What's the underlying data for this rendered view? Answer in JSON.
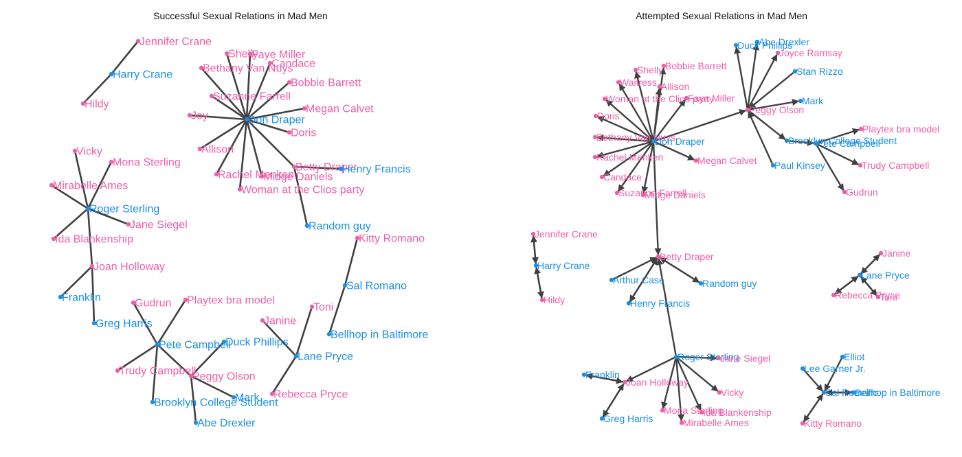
{
  "colors": {
    "male": "#1b8fe6",
    "female": "#ee5fa8",
    "edge": "#404040",
    "background": "#ffffff"
  },
  "left": {
    "title": "Successful Sexual Relations in Mad Men",
    "nodes": [
      {
        "id": "jennifer_crane",
        "label": "Jennifer Crane",
        "gender": "female"
      },
      {
        "id": "harry_crane",
        "label": "Harry Crane",
        "gender": "male"
      },
      {
        "id": "hildy",
        "label": "Hildy",
        "gender": "female"
      },
      {
        "id": "shelly",
        "label": "Shelly",
        "gender": "female"
      },
      {
        "id": "faye_miller",
        "label": "Faye Miller",
        "gender": "female"
      },
      {
        "id": "candace",
        "label": "Candace",
        "gender": "female"
      },
      {
        "id": "bethany",
        "label": "Bethany Van Nuys",
        "gender": "female"
      },
      {
        "id": "bobbie",
        "label": "Bobbie Barrett",
        "gender": "female"
      },
      {
        "id": "suzanne",
        "label": "Suzanne Farrell",
        "gender": "female"
      },
      {
        "id": "megan",
        "label": "Megan Calvet",
        "gender": "female"
      },
      {
        "id": "joy",
        "label": "Joy",
        "gender": "female"
      },
      {
        "id": "don",
        "label": "Don Draper",
        "gender": "male"
      },
      {
        "id": "doris",
        "label": "Doris",
        "gender": "female"
      },
      {
        "id": "allison",
        "label": "Allison",
        "gender": "female"
      },
      {
        "id": "betty",
        "label": "Betty Draper",
        "gender": "female"
      },
      {
        "id": "henry",
        "label": "Henry Francis",
        "gender": "male"
      },
      {
        "id": "rachel",
        "label": "Rachel Menken",
        "gender": "female"
      },
      {
        "id": "midge",
        "label": "Midge Daniels",
        "gender": "female"
      },
      {
        "id": "woman_clios",
        "label": "Woman at the Clios party",
        "gender": "female"
      },
      {
        "id": "random_guy",
        "label": "Random guy",
        "gender": "male"
      },
      {
        "id": "vicky",
        "label": "Vicky",
        "gender": "female"
      },
      {
        "id": "mona",
        "label": "Mona Sterling",
        "gender": "female"
      },
      {
        "id": "mirabelle",
        "label": "Mirabelle Ames",
        "gender": "female"
      },
      {
        "id": "roger",
        "label": "Roger Sterling",
        "gender": "male"
      },
      {
        "id": "jane",
        "label": "Jane Siegel",
        "gender": "female"
      },
      {
        "id": "ida",
        "label": "Ida Blankenship",
        "gender": "female"
      },
      {
        "id": "joan",
        "label": "Joan Holloway",
        "gender": "female"
      },
      {
        "id": "franklin",
        "label": "Franklin",
        "gender": "male"
      },
      {
        "id": "greg",
        "label": "Greg Harris",
        "gender": "male"
      },
      {
        "id": "kitty",
        "label": "Kitty Romano",
        "gender": "female"
      },
      {
        "id": "sal",
        "label": "Sal Romano",
        "gender": "male"
      },
      {
        "id": "toni",
        "label": "Toni",
        "gender": "female"
      },
      {
        "id": "janine",
        "label": "Janine",
        "gender": "female"
      },
      {
        "id": "bellhop",
        "label": "Bellhop in Baltimore",
        "gender": "male"
      },
      {
        "id": "lane",
        "label": "Lane Pryce",
        "gender": "male"
      },
      {
        "id": "rebecca",
        "label": "Rebecca Pryce",
        "gender": "female"
      },
      {
        "id": "gudrun",
        "label": "Gudrun",
        "gender": "female"
      },
      {
        "id": "playtex",
        "label": "Playtex bra model",
        "gender": "female"
      },
      {
        "id": "pete",
        "label": "Pete Campbell",
        "gender": "male"
      },
      {
        "id": "duck",
        "label": "Duck Phillips",
        "gender": "male"
      },
      {
        "id": "trudy",
        "label": "Trudy Campbell",
        "gender": "female"
      },
      {
        "id": "peggy",
        "label": "Peggy Olson",
        "gender": "female"
      },
      {
        "id": "brooklyn",
        "label": "Brooklyn College Student",
        "gender": "male"
      },
      {
        "id": "mark",
        "label": "Mark",
        "gender": "male"
      },
      {
        "id": "abe",
        "label": "Abe Drexler",
        "gender": "male"
      }
    ],
    "edges": [
      [
        "jennifer_crane",
        "harry_crane"
      ],
      [
        "harry_crane",
        "hildy"
      ],
      [
        "don",
        "shelly"
      ],
      [
        "don",
        "faye_miller"
      ],
      [
        "don",
        "candace"
      ],
      [
        "don",
        "bethany"
      ],
      [
        "don",
        "bobbie"
      ],
      [
        "don",
        "suzanne"
      ],
      [
        "don",
        "megan"
      ],
      [
        "don",
        "joy"
      ],
      [
        "don",
        "doris"
      ],
      [
        "don",
        "allison"
      ],
      [
        "don",
        "betty"
      ],
      [
        "don",
        "rachel"
      ],
      [
        "don",
        "midge"
      ],
      [
        "don",
        "woman_clios"
      ],
      [
        "betty",
        "henry"
      ],
      [
        "betty",
        "random_guy"
      ],
      [
        "roger",
        "vicky"
      ],
      [
        "roger",
        "mona"
      ],
      [
        "roger",
        "mirabelle"
      ],
      [
        "roger",
        "jane"
      ],
      [
        "roger",
        "ida"
      ],
      [
        "roger",
        "joan"
      ],
      [
        "joan",
        "franklin"
      ],
      [
        "joan",
        "greg"
      ],
      [
        "kitty",
        "sal"
      ],
      [
        "sal",
        "bellhop"
      ],
      [
        "lane",
        "toni"
      ],
      [
        "lane",
        "janine"
      ],
      [
        "lane",
        "rebecca"
      ],
      [
        "pete",
        "gudrun"
      ],
      [
        "pete",
        "playtex"
      ],
      [
        "pete",
        "trudy"
      ],
      [
        "pete",
        "peggy"
      ],
      [
        "pete",
        "brooklyn"
      ],
      [
        "peggy",
        "duck"
      ],
      [
        "peggy",
        "mark"
      ],
      [
        "peggy",
        "abe"
      ]
    ]
  },
  "right": {
    "title": "Attempted Sexual Relations in Mad Men",
    "nodes": [
      {
        "id": "duck",
        "label": "Duck Phillips",
        "gender": "male"
      },
      {
        "id": "abe",
        "label": "Abe Drexler",
        "gender": "male"
      },
      {
        "id": "joyce",
        "label": "Joyce Ramsay",
        "gender": "female"
      },
      {
        "id": "stan",
        "label": "Stan Rizzo",
        "gender": "male"
      },
      {
        "id": "shelly",
        "label": "Shelly",
        "gender": "female"
      },
      {
        "id": "bobbie",
        "label": "Bobbie Barrett",
        "gender": "female"
      },
      {
        "id": "waitress",
        "label": "Waitress",
        "gender": "female"
      },
      {
        "id": "allison",
        "label": "Allison",
        "gender": "female"
      },
      {
        "id": "woman_clios",
        "label": "Woman at the Clios party",
        "gender": "female"
      },
      {
        "id": "faye_miller",
        "label": "Faye Miller",
        "gender": "female"
      },
      {
        "id": "mark",
        "label": "Mark",
        "gender": "male"
      },
      {
        "id": "peggy",
        "label": "Peggy Olson",
        "gender": "female"
      },
      {
        "id": "doris",
        "label": "Doris",
        "gender": "female"
      },
      {
        "id": "playtex",
        "label": "Playtex bra model",
        "gender": "female"
      },
      {
        "id": "bethany",
        "label": "Bethany Van Nuys",
        "gender": "female"
      },
      {
        "id": "don",
        "label": "Don Draper",
        "gender": "male"
      },
      {
        "id": "brooklyn",
        "label": "Brooklyn College Student",
        "gender": "male"
      },
      {
        "id": "pete",
        "label": "Pete Campbell",
        "gender": "male"
      },
      {
        "id": "rachel",
        "label": "Rachel Menken",
        "gender": "female"
      },
      {
        "id": "megan",
        "label": "Megan Calvet",
        "gender": "female"
      },
      {
        "id": "trudy",
        "label": "Trudy Campbell",
        "gender": "female"
      },
      {
        "id": "paul",
        "label": "Paul Kinsey",
        "gender": "male"
      },
      {
        "id": "candace",
        "label": "Candace",
        "gender": "female"
      },
      {
        "id": "suzanne",
        "label": "Suzanne Farrell",
        "gender": "female"
      },
      {
        "id": "midge",
        "label": "Midge Daniels",
        "gender": "female"
      },
      {
        "id": "gudrun",
        "label": "Gudrun",
        "gender": "female"
      },
      {
        "id": "jennifer_crane",
        "label": "Jennifer Crane",
        "gender": "female"
      },
      {
        "id": "harry_crane",
        "label": "Harry Crane",
        "gender": "male"
      },
      {
        "id": "hildy",
        "label": "Hildy",
        "gender": "female"
      },
      {
        "id": "betty",
        "label": "Betty Draper",
        "gender": "female"
      },
      {
        "id": "arthur",
        "label": "Arthur Case",
        "gender": "male"
      },
      {
        "id": "random_guy",
        "label": "Random guy",
        "gender": "male"
      },
      {
        "id": "henry",
        "label": "Henry Francis",
        "gender": "male"
      },
      {
        "id": "janine",
        "label": "Janine",
        "gender": "female"
      },
      {
        "id": "lane",
        "label": "Lane Pryce",
        "gender": "male"
      },
      {
        "id": "rebecca",
        "label": "Rebecca Pryce",
        "gender": "female"
      },
      {
        "id": "toni",
        "label": "Toni",
        "gender": "female"
      },
      {
        "id": "roger",
        "label": "Roger Sterling",
        "gender": "male"
      },
      {
        "id": "jane",
        "label": "Jane Siegel",
        "gender": "female"
      },
      {
        "id": "franklin",
        "label": "Franklin",
        "gender": "male"
      },
      {
        "id": "joan",
        "label": "Joan Holloway",
        "gender": "female"
      },
      {
        "id": "vicky",
        "label": "Vicky",
        "gender": "female"
      },
      {
        "id": "mona",
        "label": "Mona Sterling",
        "gender": "female"
      },
      {
        "id": "ida",
        "label": "Ida Blankenship",
        "gender": "female"
      },
      {
        "id": "mirabelle",
        "label": "Mirabelle Ames",
        "gender": "female"
      },
      {
        "id": "greg",
        "label": "Greg Harris",
        "gender": "male"
      },
      {
        "id": "elliot",
        "label": "Elliot",
        "gender": "male"
      },
      {
        "id": "lee",
        "label": "Lee Garner Jr.",
        "gender": "male"
      },
      {
        "id": "sal",
        "label": "Sal Romano",
        "gender": "male"
      },
      {
        "id": "bellhop",
        "label": "Bellhop in Baltimore",
        "gender": "male"
      },
      {
        "id": "kitty",
        "label": "Kitty Romano",
        "gender": "female"
      }
    ],
    "edges": [
      [
        "peggy",
        "duck"
      ],
      [
        "peggy",
        "abe"
      ],
      [
        "peggy",
        "joyce"
      ],
      [
        "stan",
        "peggy"
      ],
      [
        "peggy",
        "mark"
      ],
      [
        "don",
        "peggy"
      ],
      [
        "peggy",
        "brooklyn"
      ],
      [
        "paul",
        "peggy"
      ],
      [
        "don",
        "shelly"
      ],
      [
        "don",
        "bobbie"
      ],
      [
        "don",
        "waitress"
      ],
      [
        "don",
        "allison"
      ],
      [
        "don",
        "woman_clios"
      ],
      [
        "don",
        "faye_miller"
      ],
      [
        "don",
        "doris"
      ],
      [
        "don",
        "bethany"
      ],
      [
        "don",
        "rachel"
      ],
      [
        "don",
        "megan"
      ],
      [
        "don",
        "candace"
      ],
      [
        "don",
        "suzanne"
      ],
      [
        "don",
        "midge"
      ],
      [
        "don",
        "betty"
      ],
      [
        "pete",
        "playtex"
      ],
      [
        "pete",
        "trudy"
      ],
      [
        "pete",
        "gudrun"
      ],
      [
        "brooklyn",
        "pete"
      ],
      [
        "jennifer_crane",
        "harry_crane"
      ],
      [
        "harry_crane",
        "jennifer_crane"
      ],
      [
        "harry_crane",
        "hildy"
      ],
      [
        "hildy",
        "harry_crane"
      ],
      [
        "arthur",
        "betty"
      ],
      [
        "random_guy",
        "betty"
      ],
      [
        "betty",
        "random_guy"
      ],
      [
        "henry",
        "betty"
      ],
      [
        "betty",
        "henry"
      ],
      [
        "roger",
        "betty"
      ],
      [
        "lane",
        "janine"
      ],
      [
        "janine",
        "lane"
      ],
      [
        "lane",
        "rebecca"
      ],
      [
        "rebecca",
        "lane"
      ],
      [
        "lane",
        "toni"
      ],
      [
        "toni",
        "lane"
      ],
      [
        "roger",
        "jane"
      ],
      [
        "roger",
        "vicky"
      ],
      [
        "roger",
        "mona"
      ],
      [
        "roger",
        "ida"
      ],
      [
        "roger",
        "mirabelle"
      ],
      [
        "roger",
        "joan"
      ],
      [
        "joan",
        "franklin"
      ],
      [
        "franklin",
        "joan"
      ],
      [
        "joan",
        "greg"
      ],
      [
        "greg",
        "joan"
      ],
      [
        "elliot",
        "sal"
      ],
      [
        "lee",
        "sal"
      ],
      [
        "sal",
        "bellhop"
      ],
      [
        "bellhop",
        "sal"
      ],
      [
        "sal",
        "kitty"
      ],
      [
        "kitty",
        "sal"
      ]
    ]
  }
}
